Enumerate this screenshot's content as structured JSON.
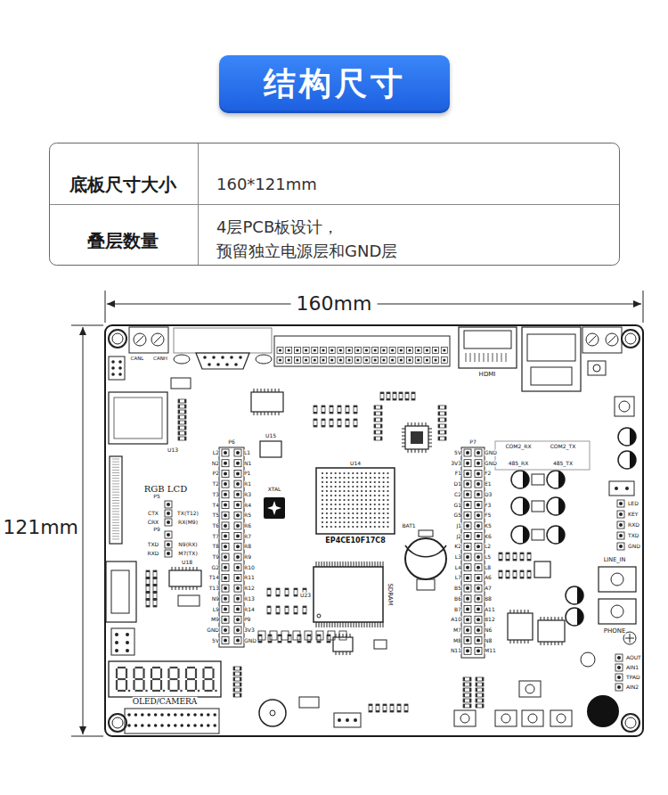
{
  "diagram": {
    "title": "结构尺寸",
    "labels": [
      "底板尺寸大小",
      "160*121mm",
      "叠层数量",
      "4层PCB板设计， 预留独立电源层和GND层",
      "160mm",
      "121mm",
      "RGB LCD",
      "EP4CE10F17C8",
      "U14",
      "SDRAM",
      "U23",
      "HDMI",
      "BAT1",
      "OLED/CAMERA",
      "PHONE",
      "LINE_IN",
      "XTAL",
      "U13",
      "U15",
      "U18",
      "P5",
      "P9",
      "CTX",
      "CRX",
      "TX(T12)",
      "RX(M9)",
      "TXD",
      "RXD",
      "N9(RX)",
      "M7(TX)",
      "CANL",
      "CANH",
      "P6",
      "P7",
      "COM2_RX",
      "COM2_TX",
      "485_RX",
      "485_TX",
      "LED",
      "KEY",
      "RXD",
      "TXD",
      "GND",
      "AOUT",
      "AIN1",
      "TPAD",
      "AIN2",
      "L2",
      "N2",
      "P2",
      "T2",
      "T3",
      "T4",
      "T5",
      "T6",
      "T7",
      "T8",
      "T9",
      "G2",
      "T14",
      "T13",
      "N9",
      "L9",
      "M9",
      "GND",
      "5V",
      "L1",
      "N1",
      "P1",
      "R1",
      "R3",
      "R4",
      "R5",
      "R6",
      "R7",
      "R8",
      "R9",
      "R10",
      "R11",
      "R12",
      "R13",
      "R14",
      "P9",
      "3V3",
      "GND",
      "5V",
      "3V3",
      "F1",
      "D1",
      "C2",
      "G1",
      "G5",
      "J1",
      "J2",
      "K2",
      "L3",
      "L4",
      "L7",
      "B5",
      "B6",
      "B7",
      "A10",
      "M7",
      "M8",
      "N11",
      "GND",
      "GND",
      "F2",
      "E1",
      "D3",
      "F3",
      "F5",
      "K5",
      "K6",
      "L2",
      "L5",
      "L8",
      "A6",
      "A7",
      "B8",
      "A11",
      "B12",
      "N6",
      "N8",
      "M11"
    ]
  }
}
